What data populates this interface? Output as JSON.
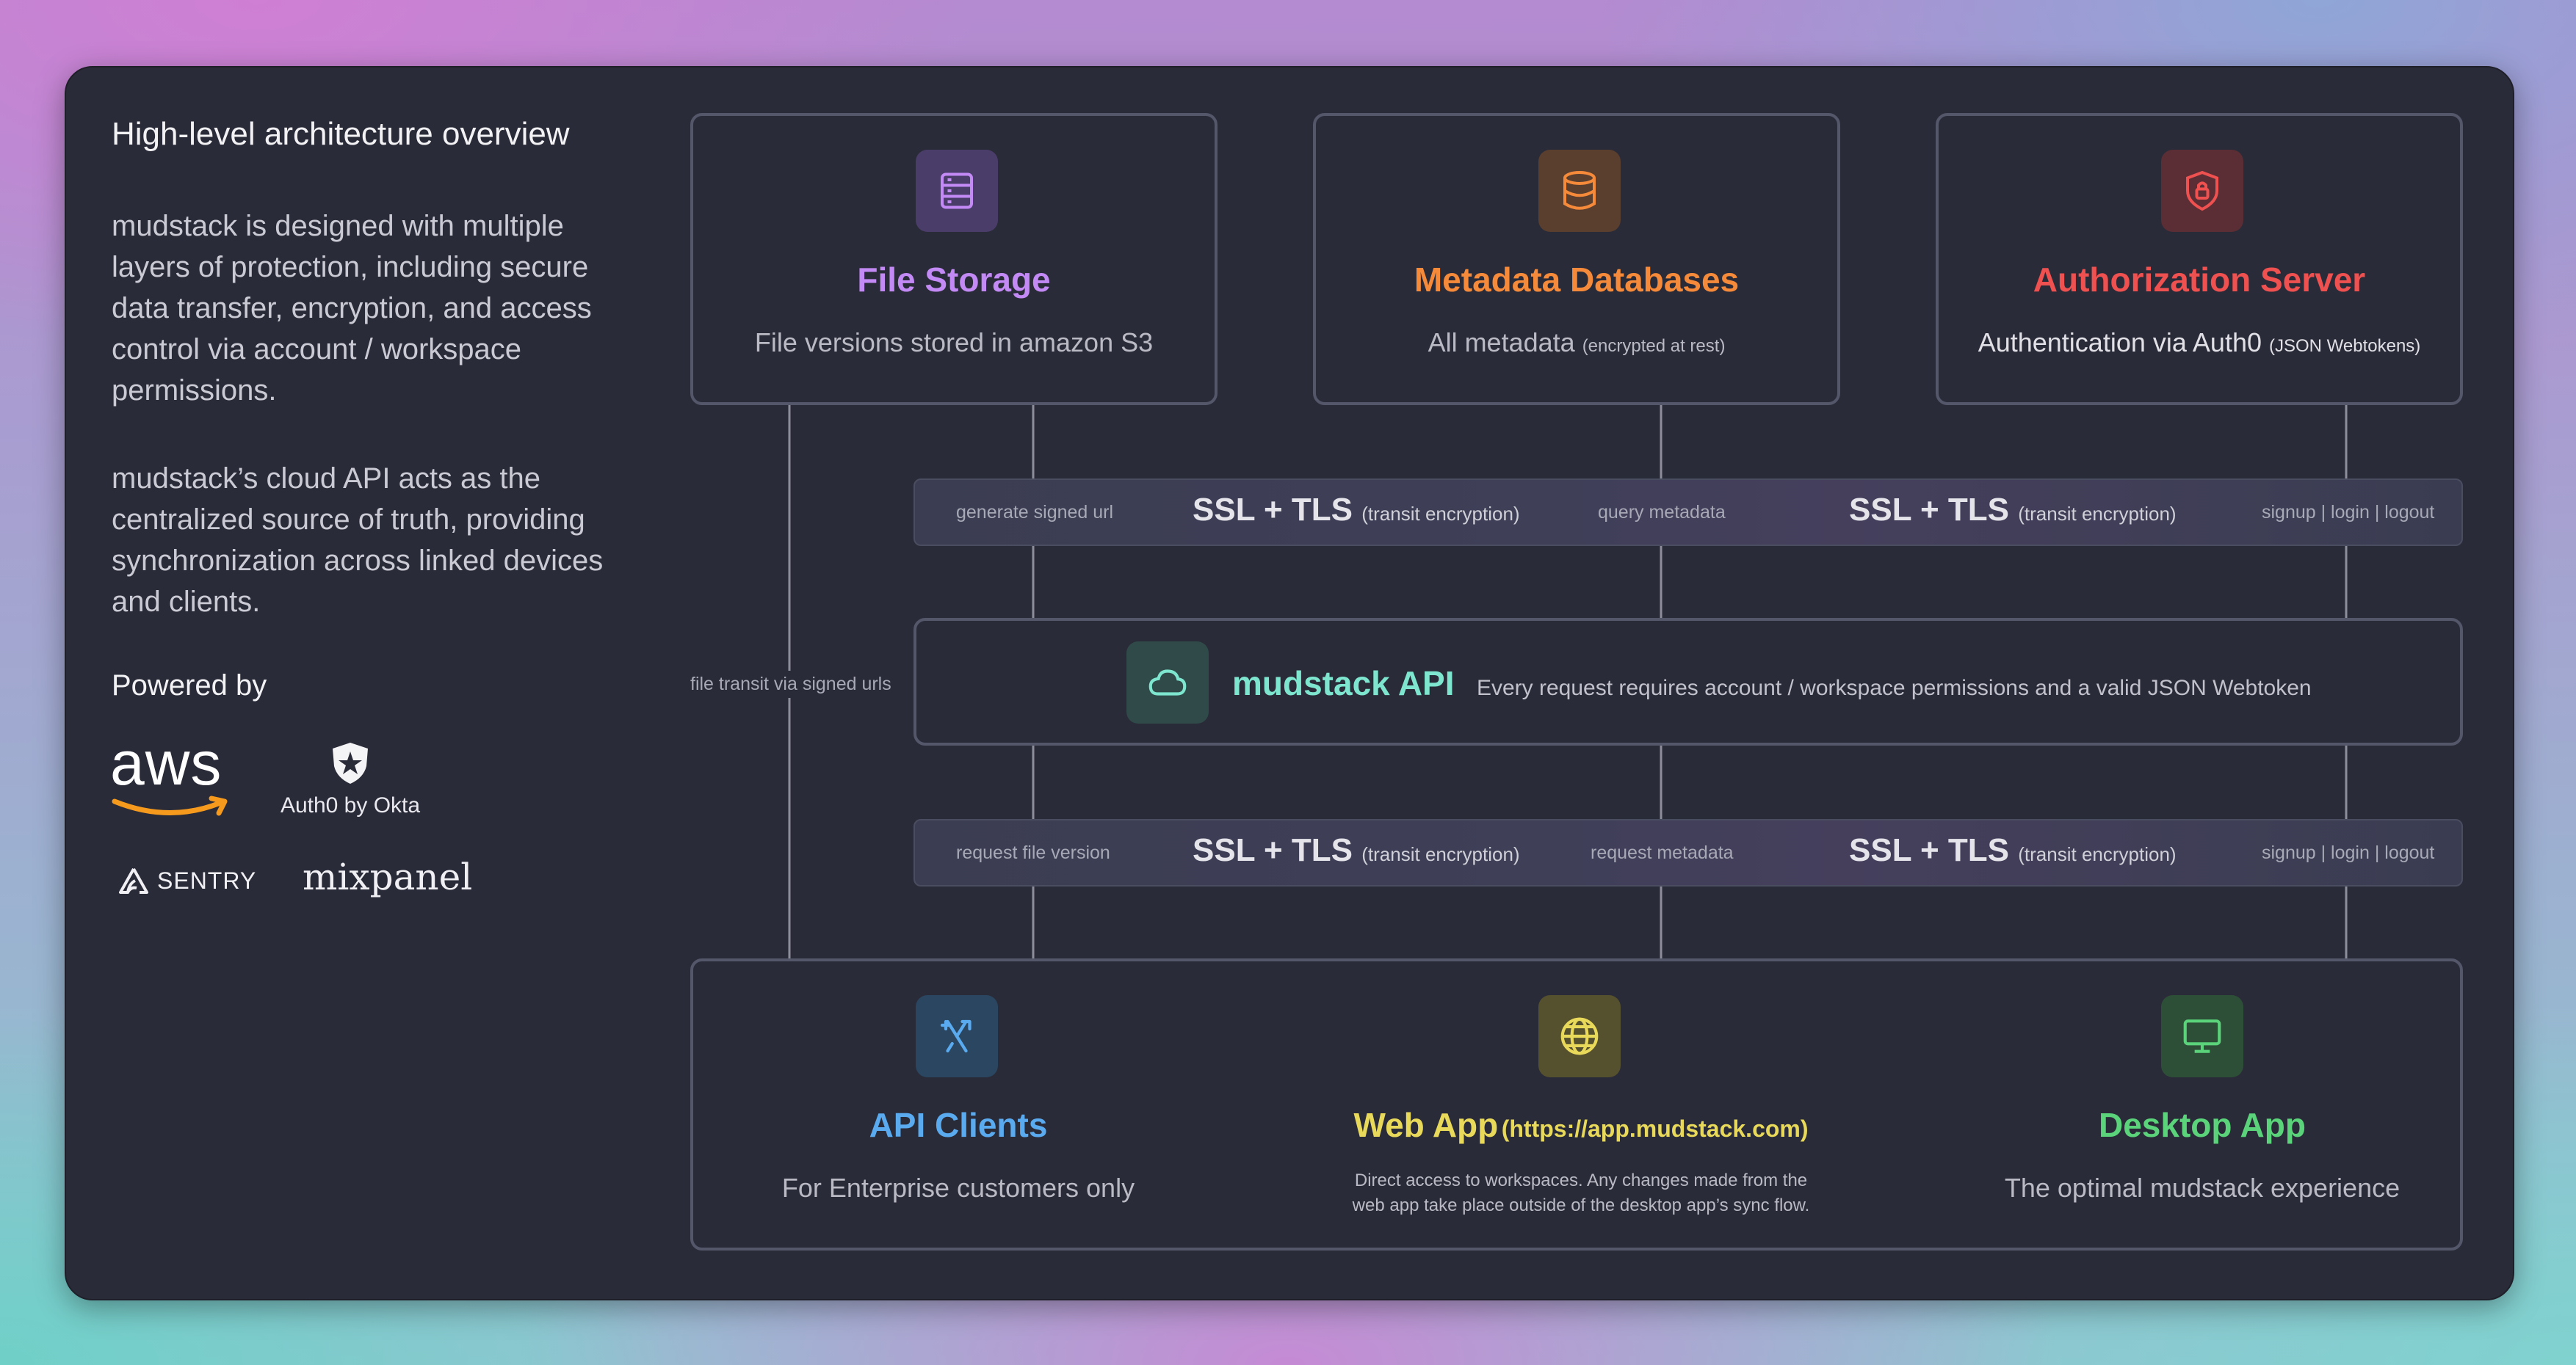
{
  "sidebar": {
    "title": "High-level architecture overview",
    "paragraph1": "mudstack is designed with multiple layers of protection, including secure data transfer, encryption, and access control via account / workspace permissions.",
    "paragraph2": "mudstack’s cloud API acts as the centralized source of truth, providing synchronization across linked devices and clients.",
    "powered_by": "Powered by",
    "logos": {
      "aws": "aws",
      "auth0": "Auth0 by Okta",
      "sentry": "SENTRY",
      "mixpanel": "mixpanel"
    }
  },
  "top_boxes": [
    {
      "title": "File Storage",
      "subtitle": "File versions stored in amazon S3",
      "note": "",
      "icon": "server-icon",
      "color": "#c38af5"
    },
    {
      "title": "Metadata Databases",
      "subtitle": "All metadata",
      "note": "(encrypted at rest)",
      "icon": "database-icon",
      "color": "#f58a3a"
    },
    {
      "title": "Authorization Server",
      "subtitle": "Authentication via Auth0",
      "note": "(JSON Webtokens)",
      "icon": "shield-lock-icon",
      "color": "#ef5050"
    }
  ],
  "bottom_boxes": [
    {
      "title": "API Clients",
      "title_note": "",
      "subtitle": "For Enterprise customers only",
      "icon": "arrows-branch-icon",
      "color": "#5aaaf0"
    },
    {
      "title": "Web App",
      "title_note": "(https://app.mudstack.com)",
      "subtitle": "Direct access to workspaces. Any changes made from the web app take place outside of the desktop app’s sync flow.",
      "icon": "globe-icon",
      "color": "#e8d95a"
    },
    {
      "title": "Desktop App",
      "title_note": "",
      "subtitle": "The optimal mudstack experience",
      "icon": "monitor-icon",
      "color": "#5ad37a"
    }
  ],
  "upper_band": {
    "labels": [
      "generate signed url",
      "query metadata",
      "signup | login | logout"
    ],
    "ssl": "SSL + TLS",
    "ssl_note": "(transit encryption)"
  },
  "lower_band": {
    "labels": [
      "request file version",
      "request metadata",
      "signup | login | logout"
    ],
    "ssl": "SSL + TLS",
    "ssl_note": "(transit encryption)"
  },
  "api": {
    "title": "mudstack API",
    "description": "Every request requires account / workspace permissions and a valid JSON Webtoken",
    "icon": "cloud-icon",
    "color": "#7ee6cf"
  },
  "edge_labels": {
    "file_transit": "file transit via signed urls"
  }
}
